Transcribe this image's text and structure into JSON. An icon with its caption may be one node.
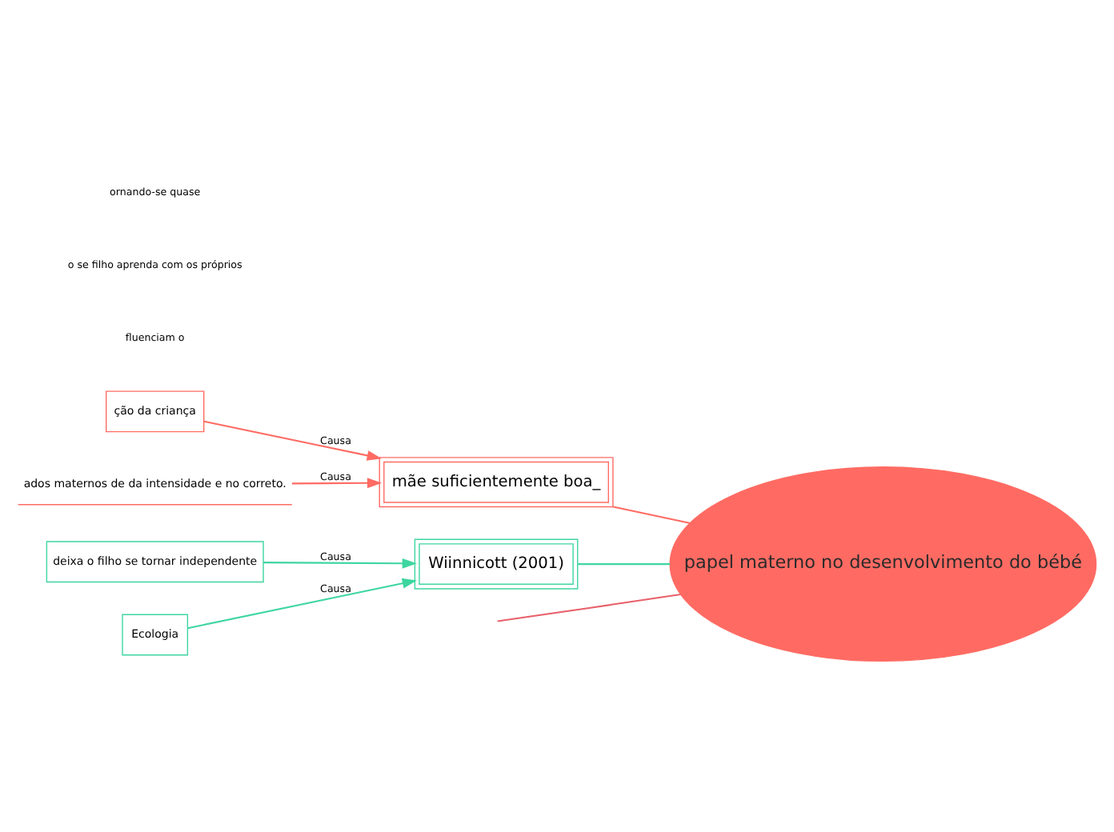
{
  "diagram": {
    "nodes": [
      {
        "text": [
          "papel materno no desenvolvimento do bébé"
        ]
      },
      {
        "text": [
          "mãe suficientemente boa_"
        ]
      },
      {
        "text": [
          "ção da criança"
        ]
      },
      {
        "text": [
          "ados maternos de da intensidade e no correto."
        ]
      },
      {
        "text": [
          "deixa o filho se tornar independente"
        ]
      },
      {
        "text": [
          "Ecologia"
        ]
      },
      {
        "text": [
          "Wiinnicott (2001)"
        ]
      }
    ],
    "edges": [
      {
        "from": null,
        "to": 0,
        "arrow": "none",
        "color": "#e8606a"
      },
      {
        "from": 1,
        "to": 0,
        "arrow": "none",
        "color": "#ff6b63"
      },
      {
        "from": 6,
        "to": 0,
        "arrow": "none",
        "color": "#3ed6a0"
      },
      {
        "from": 2,
        "to": 1,
        "arrow": "to",
        "label": "Causa",
        "color": "#ff6b63"
      },
      {
        "from": 3,
        "to": 1,
        "arrow": "to",
        "label": "Causa",
        "color": "#ff6b63"
      },
      {
        "from": 4,
        "to": 6,
        "arrow": "to",
        "label": "Causa",
        "color": "#3ed6a0"
      },
      {
        "from": 5,
        "to": 6,
        "arrow": "to",
        "label": "Causa",
        "color": "#3ed6a0"
      }
    ],
    "labels": [
      "fluenciam o",
      "o se filho aprenda com os próprios",
      "ornando-se quase"
    ]
  }
}
